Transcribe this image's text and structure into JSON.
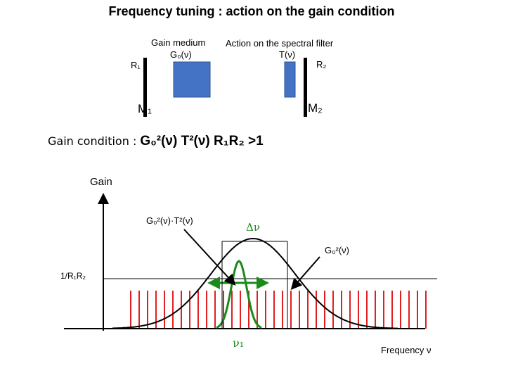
{
  "title": "Frequency tuning : action on the gain condition",
  "cavity": {
    "gain_medium_label": "Gain medium",
    "gain_medium_symbol": "G₀(ν)",
    "filter_label": "Action on the spectral filter",
    "filter_symbol": "T(ν)",
    "r1_label": "R₁",
    "r2_label": "R₂",
    "m1_label": "M₁",
    "m2_label": "M₂"
  },
  "gain_condition": {
    "prefix": "Gain condition : ",
    "formula": "G₀²(ν) T²(ν) R₁R₂ >1"
  },
  "plot": {
    "y_axis_label": "Gain",
    "x_axis_label": "Frequency ν",
    "threshold_label": "1/R₁R₂",
    "product_curve_label": "G₀²(ν)·T²(ν)",
    "gain_curve_label": "G₀²(ν)",
    "bandwidth_label": "Δν",
    "lasing_freq_label": "ν₁"
  },
  "colors": {
    "gain_medium": "#4472c4",
    "filter": "#4472c4",
    "modes": "#e02020",
    "filtered_curve": "#1a8a1a"
  }
}
